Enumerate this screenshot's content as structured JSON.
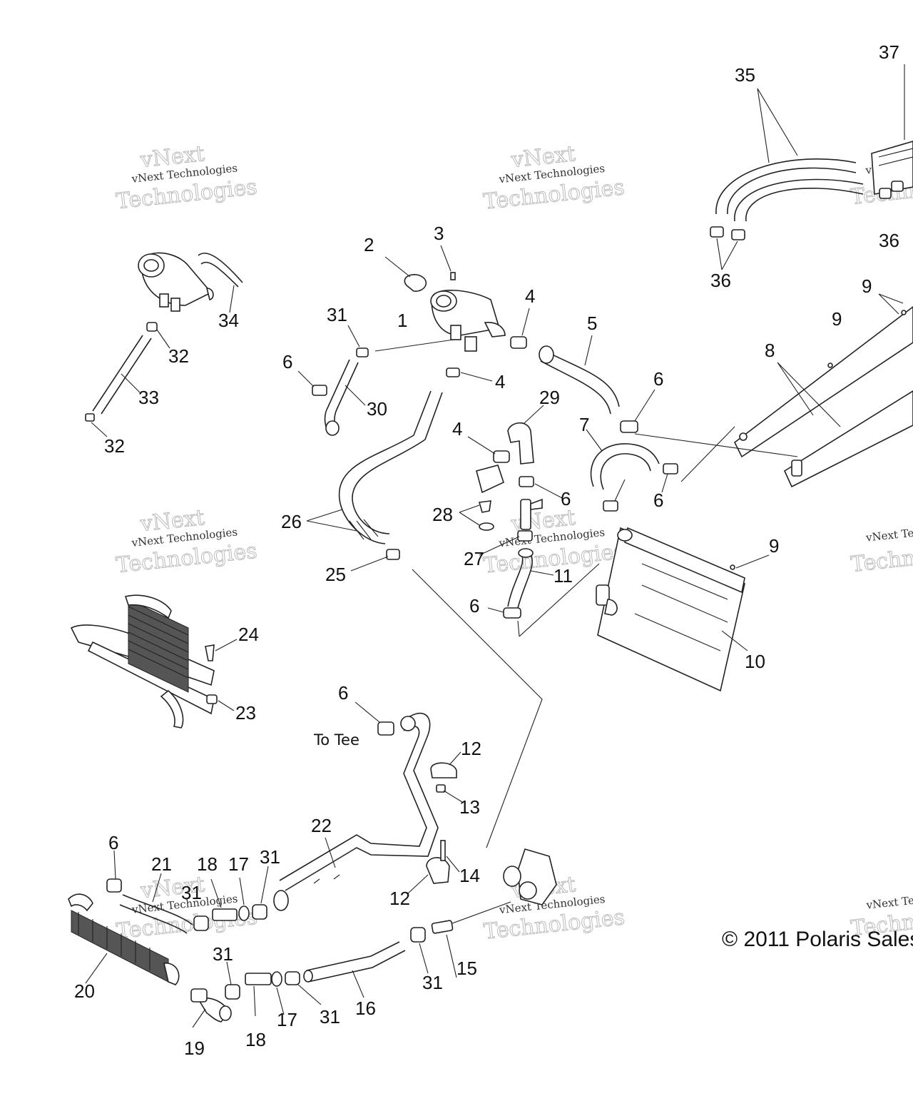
{
  "watermark": {
    "line1": "vNext Technologies",
    "line2": "Technologies",
    "line3": "vNext"
  },
  "copyright": "© 2011 Polaris Sales",
  "labels": {
    "to_tee": "To Tee"
  },
  "callouts": [
    "1",
    "2",
    "3",
    "4",
    "4",
    "4",
    "5",
    "6",
    "6",
    "6",
    "6",
    "6",
    "6",
    "6",
    "7",
    "8",
    "9",
    "9",
    "9",
    "10",
    "11",
    "12",
    "12",
    "13",
    "14",
    "15",
    "16",
    "17",
    "17",
    "18",
    "18",
    "19",
    "20",
    "21",
    "22",
    "23",
    "24",
    "25",
    "26",
    "27",
    "28",
    "29",
    "30",
    "31",
    "31",
    "31",
    "31",
    "31",
    "31",
    "32",
    "32",
    "33",
    "34",
    "35",
    "36",
    "36",
    "37"
  ]
}
